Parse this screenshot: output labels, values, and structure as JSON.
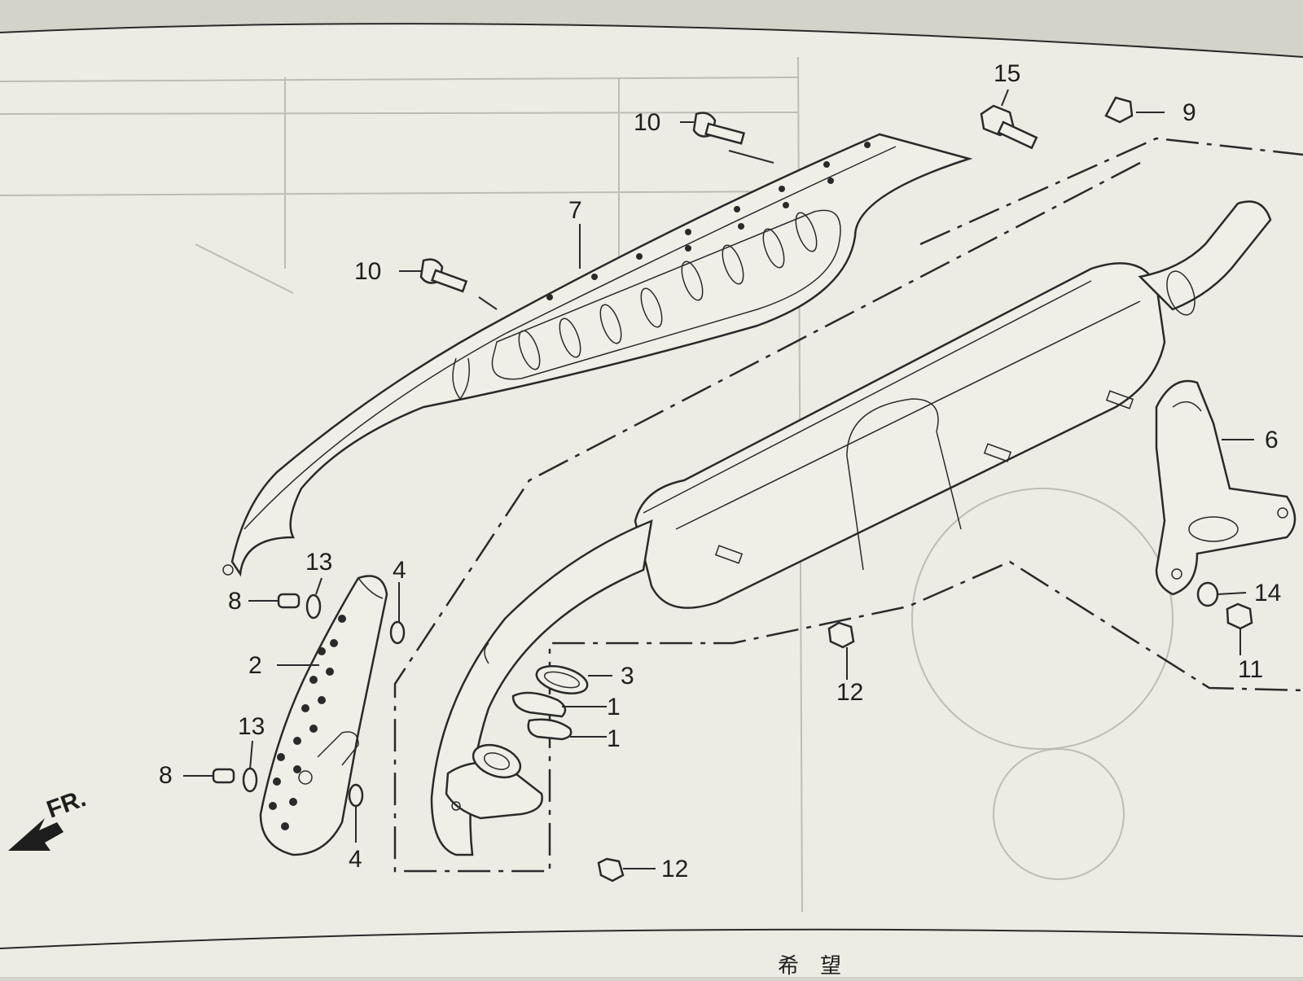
{
  "header_fragment": "",
  "footer_text": "希　望",
  "front_indicator": "FR.",
  "callouts": [
    {
      "id": "c15",
      "label": "15"
    },
    {
      "id": "c9",
      "label": "9"
    },
    {
      "id": "c10a",
      "label": "10"
    },
    {
      "id": "c7",
      "label": "7"
    },
    {
      "id": "c10b",
      "label": "10"
    },
    {
      "id": "c6",
      "label": "6"
    },
    {
      "id": "c13a",
      "label": "13"
    },
    {
      "id": "c8a",
      "label": "8"
    },
    {
      "id": "c4a",
      "label": "4"
    },
    {
      "id": "c2",
      "label": "2"
    },
    {
      "id": "c3",
      "label": "3"
    },
    {
      "id": "c1a",
      "label": "1"
    },
    {
      "id": "c1b",
      "label": "1"
    },
    {
      "id": "c13b",
      "label": "13"
    },
    {
      "id": "c8b",
      "label": "8"
    },
    {
      "id": "c4b",
      "label": "4"
    },
    {
      "id": "c12a",
      "label": "12"
    },
    {
      "id": "c12b",
      "label": "12"
    },
    {
      "id": "c14",
      "label": "14"
    },
    {
      "id": "c11",
      "label": "11"
    }
  ],
  "colors": {
    "paper": "#efefe8",
    "ink": "#2a2a2a",
    "background": "#d3d3c9"
  }
}
